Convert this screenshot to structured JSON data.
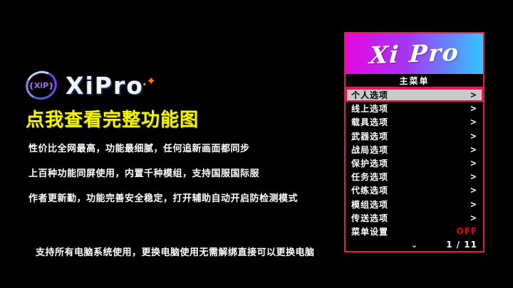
{
  "left": {
    "logo_text": "XiPro",
    "logo_badge": "{XiP}",
    "sparkle": "✦",
    "headline": "点我查看完整功能图",
    "lines": [
      "性价比全网最高，功能最细腻，任何追新画面都同步",
      "上百种功能同屏使用，内置千种模组，支持国服国际服",
      "作者更新勤，功能完善安全稳定，打开辅助自动开启防检测模式"
    ],
    "footer": "支持所有电脑系统使用，更换电脑使用无需解绑直接可以更换电脑"
  },
  "panel": {
    "title": "Xi Pro",
    "subtitle": "主菜单",
    "items": [
      {
        "label": "个人选项",
        "selected": true,
        "chevron": ">"
      },
      {
        "label": "线上选项",
        "selected": false,
        "chevron": ">"
      },
      {
        "label": "载具选项",
        "selected": false,
        "chevron": ">"
      },
      {
        "label": "武器选项",
        "selected": false,
        "chevron": ">"
      },
      {
        "label": "战局选项",
        "selected": false,
        "chevron": ">"
      },
      {
        "label": "保护选项",
        "selected": false,
        "chevron": ">"
      },
      {
        "label": "任务选项",
        "selected": false,
        "chevron": ">"
      },
      {
        "label": "代练选项",
        "selected": false,
        "chevron": ">"
      },
      {
        "label": "模组选项",
        "selected": false,
        "chevron": ">"
      },
      {
        "label": "传送选项",
        "selected": false,
        "chevron": ">"
      },
      {
        "label": "菜单设置",
        "selected": false,
        "value": "OFF"
      }
    ],
    "footer": {
      "page": "1 / 11",
      "scroll_down": "⌄"
    },
    "colors": {
      "accent": "#ed145b",
      "gradient_left": "#e408df",
      "gradient_right": "#2fc6ff",
      "selected_bg": "#c9c9c9",
      "off": "#e80000"
    }
  }
}
